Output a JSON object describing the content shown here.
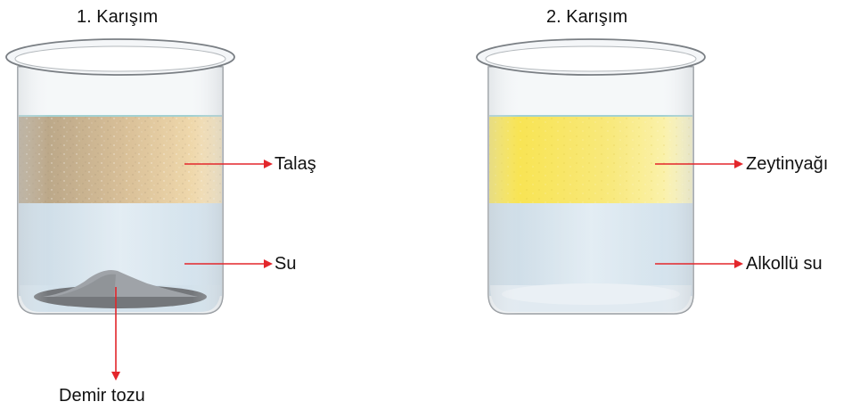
{
  "mixtures": [
    {
      "title": "1. Karışım",
      "layers": {
        "top": "Talaş",
        "bottom": "Su",
        "sediment": "Demir tozu"
      }
    },
    {
      "title": "2. Karışım",
      "layers": {
        "top": "Zeytinyağı",
        "bottom": "Alkollü su"
      }
    }
  ],
  "colors": {
    "sawdust": "#c7a978",
    "olive_oil": "#f5e13a",
    "water": "#d3e3ef",
    "iron_powder": "#6f7378",
    "arrow": "#e3262b",
    "glass_outline": "#7a7f84"
  }
}
